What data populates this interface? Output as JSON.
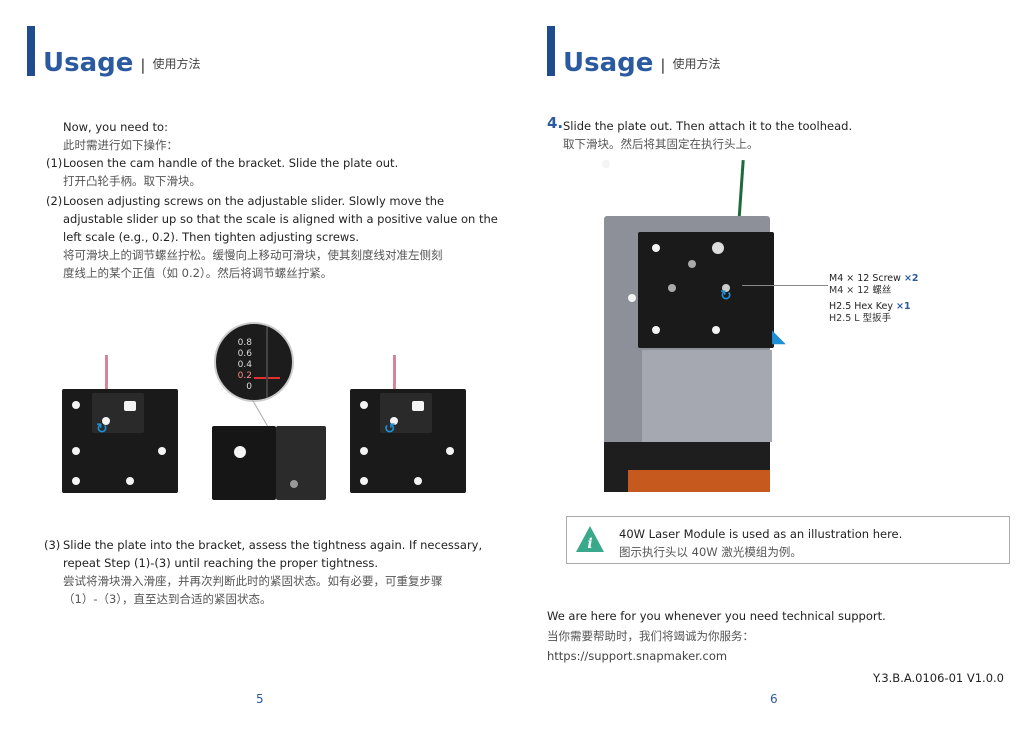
{
  "left_page": {
    "heading": {
      "title": "Usage",
      "separator": "|",
      "subtitle": "使用方法"
    },
    "intro_en": "Now, you need to:",
    "intro_cn": "此时需进行如下操作：",
    "steps": [
      {
        "num": "(1)",
        "en": "Loosen the cam handle of the bracket. Slide the plate out.",
        "cn": "打开凸轮手柄。取下滑块。"
      },
      {
        "num": "(2)",
        "en1": "Loosen adjusting screws on the adjustable slider. Slowly move the",
        "en2": "adjustable slider up so that the scale is aligned with a positive value on the",
        "en3": "left scale (e.g., 0.2). Then tighten adjusting screws.",
        "cn1": "将可滑块上的调节螺丝拧松。缓慢向上移动可滑块，使其刻度线对准左侧刻",
        "cn2": "度线上的某个正值（如 0.2）。然后将调节螺丝拧紧。"
      },
      {
        "num": "(3)",
        "en1": "Slide the plate into the bracket, assess the tightness again. If necessary,",
        "en2": "repeat Step (1)-(3) until reaching the proper tightness.",
        "cn1": "尝试将滑块滑入滑座，并再次判断此时的紧固状态。如有必要，可重复步骤",
        "cn2": "（1）-（3），直至达到合适的紧固状态。"
      }
    ],
    "scale_labels": [
      "0.8",
      "0.6",
      "0.4",
      "0.2",
      "0"
    ],
    "page_number": "5"
  },
  "right_page": {
    "heading": {
      "title": "Usage",
      "separator": "|",
      "subtitle": "使用方法"
    },
    "step4": {
      "num": "4.",
      "en": "Slide the plate out. Then attach it to the toolhead.",
      "cn": "取下滑块。然后将其固定在执行头上。"
    },
    "callouts": {
      "screw_en": "M4 × 12 Screw",
      "screw_qty": "×2",
      "screw_cn": "M4 × 12 螺丝",
      "key_en": "H2.5 Hex Key",
      "key_qty": "×1",
      "key_cn": "H2.5 L 型扳手"
    },
    "note": {
      "en": "40W Laser Module is used as an illustration here.",
      "cn": "图示执行头以 40W 激光模组为例。"
    },
    "support": {
      "en": "We are here for you whenever you need technical support.",
      "cn": "当你需要帮助时，我们将竭诚为你服务：",
      "url": "https://support.snapmaker.com"
    },
    "version": "Y.3.B.A.0106-01 V1.0.0",
    "page_number": "6"
  },
  "colors": {
    "accent": "#2b5aa0",
    "heading_bar": "#1f4c8f",
    "note_icon": "#3aa88a",
    "arrow": "#1f8fd6"
  }
}
